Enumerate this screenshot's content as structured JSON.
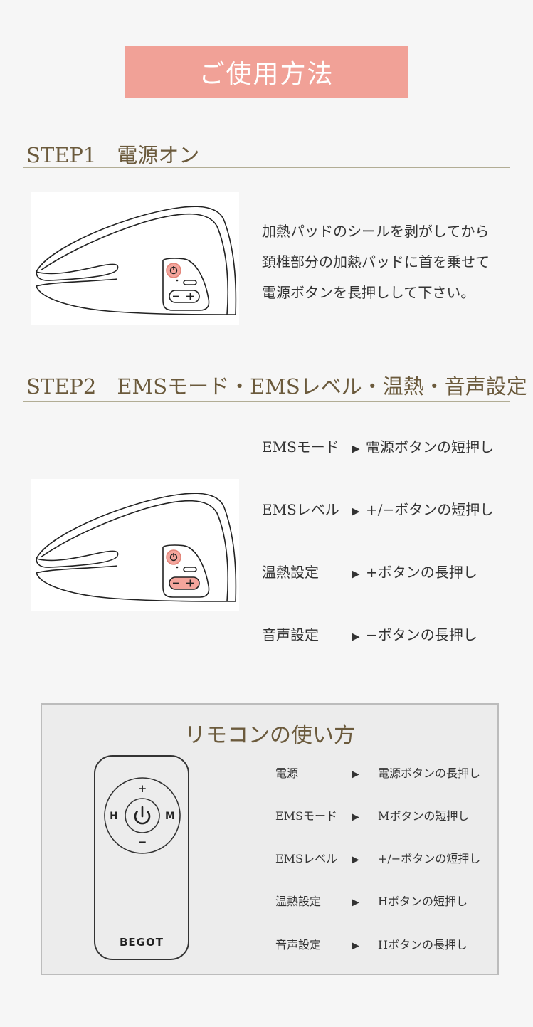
{
  "title": "ご使用方法",
  "step1": {
    "heading": "STEP1　電源オン",
    "lines": [
      "加熱パッドのシールを剥がしてから",
      "頚椎部分の加熱パッドに首を乗せて",
      "電源ボタンを長押しして下さい。"
    ]
  },
  "step2": {
    "heading": "STEP2　EMSモード・EMSレベル・温熱・音声設定",
    "ops": [
      {
        "label": "EMSモード",
        "arrow": "▶",
        "action": "電源ボタンの短押し"
      },
      {
        "label": "EMSレベル",
        "arrow": "▶",
        "action": "+/−ボタンの短押し"
      },
      {
        "label": "温熱設定",
        "arrow": "▶",
        "action": "+ボタンの長押し"
      },
      {
        "label": "音声設定",
        "arrow": "▶",
        "action": "−ボタンの長押し"
      }
    ]
  },
  "remote_section": {
    "title": "リモコンの使い方",
    "remote": {
      "brand": "BEGOT",
      "plus": "+",
      "minus": "−",
      "h": "H",
      "m": "M"
    },
    "ops": [
      {
        "label": "電源",
        "arrow": "▶",
        "action": "電源ボタンの長押し"
      },
      {
        "label": "EMSモード",
        "arrow": "▶",
        "action": "Mボタンの短押し"
      },
      {
        "label": "EMSレベル",
        "arrow": "▶",
        "action": "+/−ボタンの短押し"
      },
      {
        "label": "温熱設定",
        "arrow": "▶",
        "action": "Hボタンの短押し"
      },
      {
        "label": "音声設定",
        "arrow": "▶",
        "action": "Hボタンの長押し"
      }
    ]
  },
  "colors": {
    "accent": "#f1a197",
    "heading": "#6b5a3c",
    "rule": "#b2ad95",
    "highlight": "#f4a59c"
  }
}
